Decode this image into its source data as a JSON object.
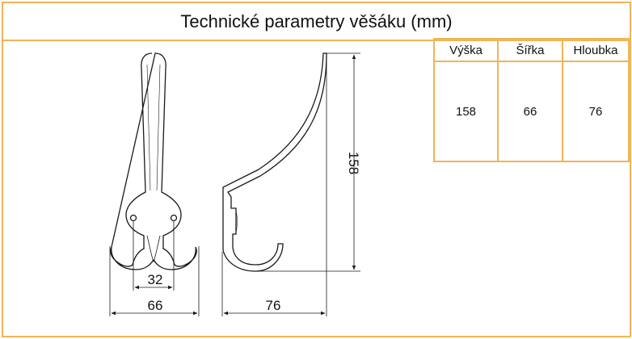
{
  "title": "Technické parametry věšáku (mm)",
  "table": {
    "headers": [
      "Výška",
      "Šířka",
      "Hloubka"
    ],
    "values": [
      "158",
      "66",
      "76"
    ]
  },
  "drawing": {
    "front_hole_spacing": "32",
    "front_width": "66",
    "side_depth": "76",
    "side_height": "158"
  },
  "colors": {
    "accent_border": "#f0b556",
    "line": "#1a1a1a"
  }
}
